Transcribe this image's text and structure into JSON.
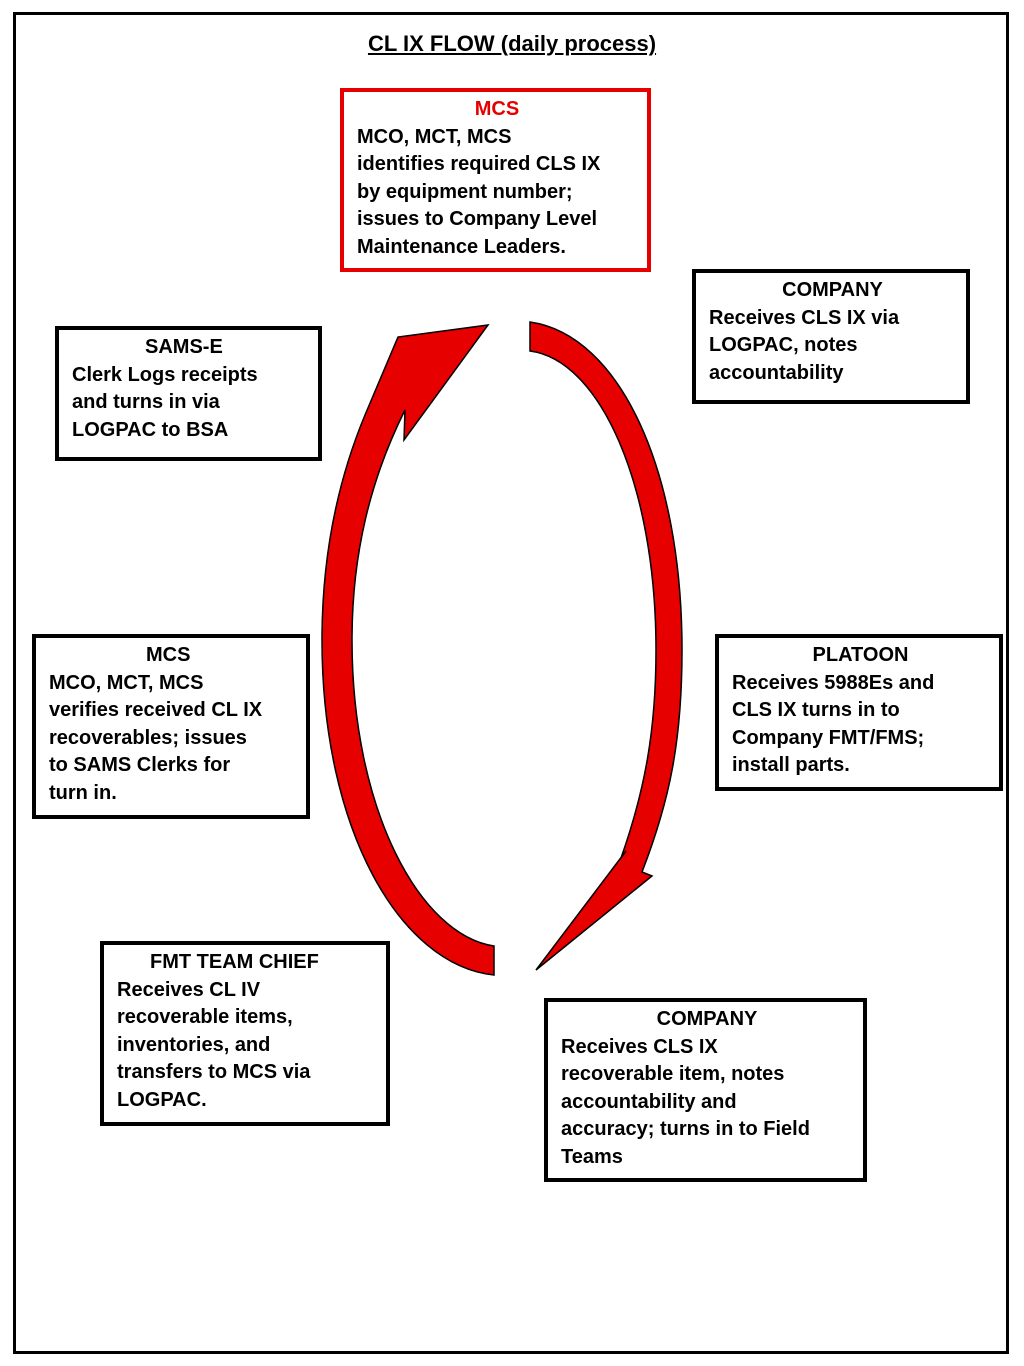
{
  "diagram": {
    "title": "CL IX FLOW (daily process)",
    "cycle_color": "#e60000",
    "highlight_color": "#e60000",
    "boxes": [
      {
        "id": "mcs-top",
        "heading": "MCS",
        "text": "MCO, MCT, MCS\nidentifies required CLS IX\nby equipment number;\nissues to Company Level\nMaintenance Leaders.",
        "highlighted": true
      },
      {
        "id": "company-top",
        "heading": "COMPANY",
        "text": "Receives CLS IX via\nLOGPAC, notes\naccountability",
        "highlighted": false
      },
      {
        "id": "sams-e",
        "heading": "SAMS-E",
        "text": "Clerk Logs receipts\nand turns in via\nLOGPAC to BSA",
        "highlighted": false
      },
      {
        "id": "mcs-left",
        "heading": "MCS",
        "text": "MCO, MCT, MCS\nverifies received CL IX\nrecoverables; issues\nto SAMS Clerks for\nturn in.",
        "highlighted": false
      },
      {
        "id": "platoon",
        "heading": "PLATOON",
        "text": "Receives 5988Es and\nCLS IX  turns in to\nCompany FMT/FMS;\ninstall parts.",
        "highlighted": false
      },
      {
        "id": "fmt-team-chief",
        "heading": "FMT TEAM CHIEF",
        "text": "Receives CL IV\nrecoverable items,\ninventories, and\ntransfers to MCS via\nLOGPAC.",
        "highlighted": false
      },
      {
        "id": "company-bottom",
        "heading": "COMPANY",
        "text": "Receives CLS IX\nrecoverable item, notes\naccountability and\naccuracy; turns in to Field\nTeams",
        "highlighted": false
      }
    ]
  }
}
